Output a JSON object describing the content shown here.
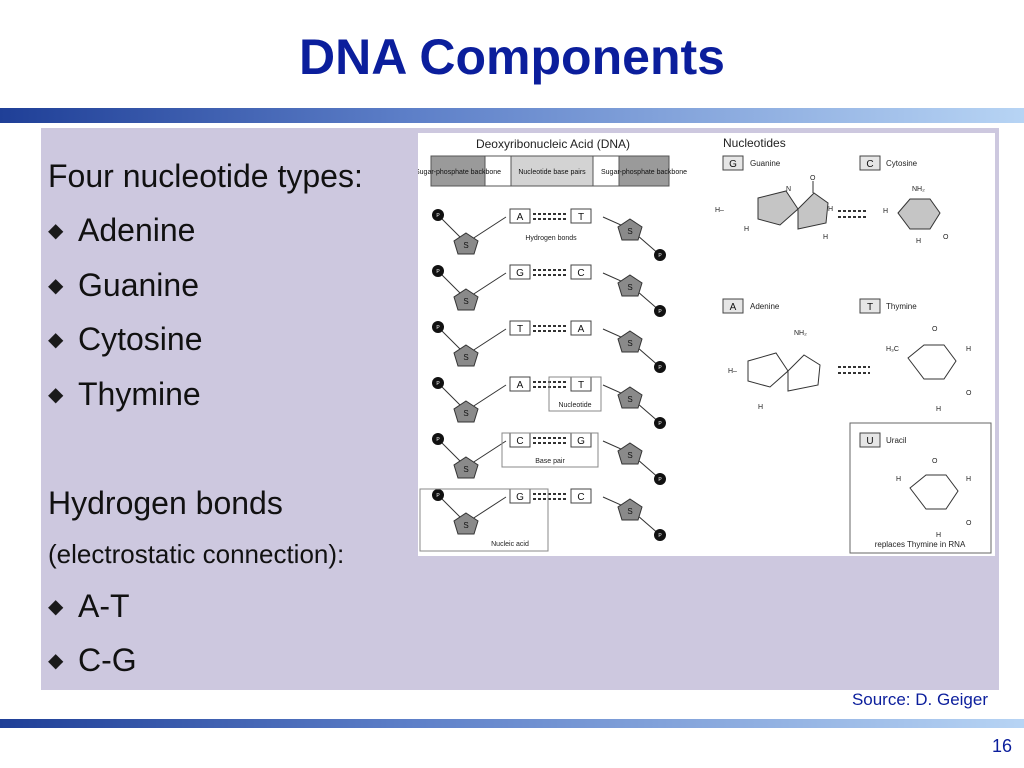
{
  "slide": {
    "title": "DNA Components",
    "source": "Source: D. Geiger",
    "page_number": "16"
  },
  "content": {
    "heading1": "Four nucleotide types:",
    "bases": [
      "Adenine",
      "Guanine",
      "Cytosine",
      "Thymine"
    ],
    "heading2": "Hydrogen bonds",
    "heading2_sub": "(electrostatic connection):",
    "pairs": [
      "A-T",
      "C-G"
    ]
  },
  "figure": {
    "dna_title": "Deoxyribonucleic Acid (DNA)",
    "header_backbone": "Sugar-phosphate backbone",
    "header_base_pairs": "Nucleotide base pairs",
    "base_pairs": [
      [
        "A",
        "T"
      ],
      [
        "G",
        "C"
      ],
      [
        "T",
        "A"
      ],
      [
        "A",
        "T"
      ],
      [
        "C",
        "G"
      ],
      [
        "G",
        "C"
      ]
    ],
    "sugar_label": "S",
    "phosphate_label": "P",
    "hydrogen_bonds_label": "Hydrogen bonds",
    "nucleotide_label": "Nucleotide",
    "base_pair_label": "Base pair",
    "nucleic_acid_label": "Nucleic acid",
    "nucleotides_title": "Nucleotides",
    "guanine": {
      "letter": "G",
      "name": "Guanine"
    },
    "cytosine": {
      "letter": "C",
      "name": "Cytosine"
    },
    "adenine": {
      "letter": "A",
      "name": "Adenine"
    },
    "thymine": {
      "letter": "T",
      "name": "Thymine"
    },
    "uracil": {
      "letter": "U",
      "name": "Uracil",
      "note": "replaces Thymine in RNA"
    }
  }
}
